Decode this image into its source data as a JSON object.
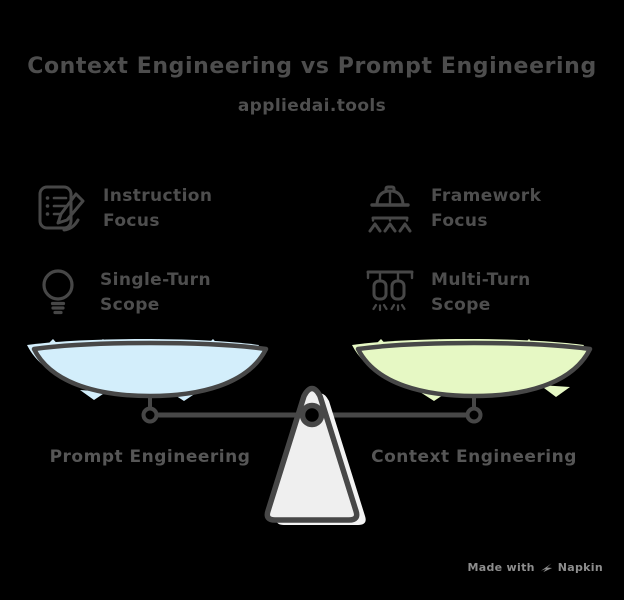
{
  "title": "Context Engineering vs Prompt Engineering",
  "subtitle": "appliedai.tools",
  "features": {
    "left": [
      {
        "icon": "instruction-note-icon",
        "line1": "Instruction",
        "line2": "Focus"
      },
      {
        "icon": "lightbulb-icon",
        "line1": "Single-Turn",
        "line2": "Scope"
      }
    ],
    "right": [
      {
        "icon": "framework-helmet-icon",
        "line1": "Framework",
        "line2": "Focus"
      },
      {
        "icon": "pendant-lamps-icon",
        "line1": "Multi-Turn",
        "line2": "Scope"
      }
    ]
  },
  "scale": {
    "type": "balance-scale",
    "left_pan_label": "Prompt Engineering",
    "right_pan_label": "Context Engineering",
    "left_pan_color": "#d3eefb",
    "right_pan_color": "#e6f8c4",
    "fulcrum_color": "#efefef",
    "stroke_color": "#474747"
  },
  "footer": {
    "made_with": "Made with",
    "brand": "Napkin"
  },
  "colors": {
    "background": "#000000",
    "heading_text": "#4d4d4d",
    "body_text": "#4e4e4e",
    "footer_text": "#8d8d8d"
  }
}
